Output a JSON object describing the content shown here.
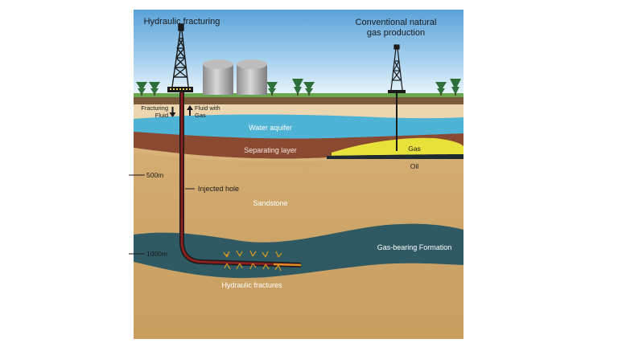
{
  "labels": {
    "hydraulic_fracturing": "Hydraulic fracturing",
    "conventional_line1": "Conventional natural",
    "conventional_line2": "gas production",
    "fracturing_fluid_line1": "Fracturing",
    "fracturing_fluid_line2": "Fluid",
    "fluid_with_gas_line1": "Fluid with",
    "fluid_with_gas_line2": "Gas",
    "water_aquifer": "Water aquifer",
    "separating_layer": "Separating layer",
    "gas": "Gas",
    "oil": "Oil",
    "depth_500": "500m",
    "depth_1000": "1000m",
    "injected_hole": "Injected hole",
    "sandstone": "Sandstone",
    "gas_bearing_formation": "Gas-bearing Formation",
    "hydraulic_fractures": "Hydraulic fractures"
  },
  "colors": {
    "sky_top": "#5fa6dc",
    "sky_bottom": "#e9f4fb",
    "grass": "#6aa84f",
    "topsoil": "#7a5a3a",
    "sand_light": "#e9d2ac",
    "water_aquifer": "#4fb3d6",
    "separating_layer": "#8a4a32",
    "sandstone": "#e2c08d",
    "gas_formation": "#2f5963",
    "gas": "#e7e23a",
    "oil": "#1f2a30",
    "pipe": "#7a1e1e",
    "fracture": "#d99a1f"
  },
  "icons": [
    "drilling-rig-icon",
    "storage-tank-icon",
    "tree-icon",
    "arrow-down-icon",
    "arrow-up-icon"
  ]
}
